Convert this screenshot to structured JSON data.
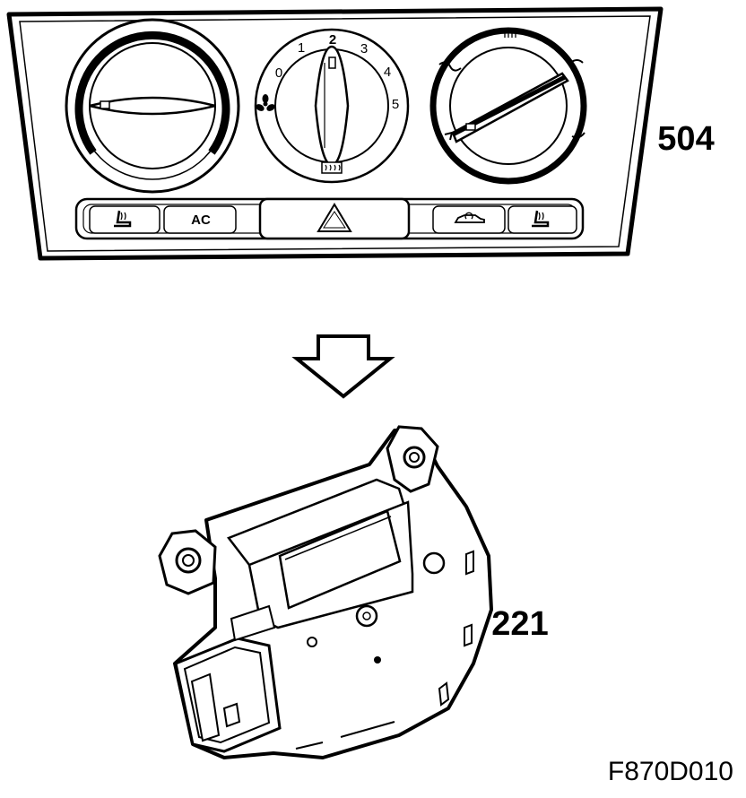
{
  "figure_id": "F870D010",
  "labels": {
    "control_panel": "504",
    "actuator": "221"
  },
  "fan_dial": {
    "scale": [
      "0",
      "1",
      "2",
      "3",
      "4",
      "5"
    ]
  },
  "buttons": {
    "ac": "AC"
  },
  "icons": [
    "seat-heater-icon",
    "hazard-triangle-icon",
    "recirculation-car-icon",
    "rear-defrost-icon",
    "windshield-defrost-icon",
    "fan-icon",
    "air-distribution-arrow-icon",
    "down-arrow-icon"
  ],
  "colors": {
    "ink": "#000000",
    "paper": "#ffffff"
  }
}
